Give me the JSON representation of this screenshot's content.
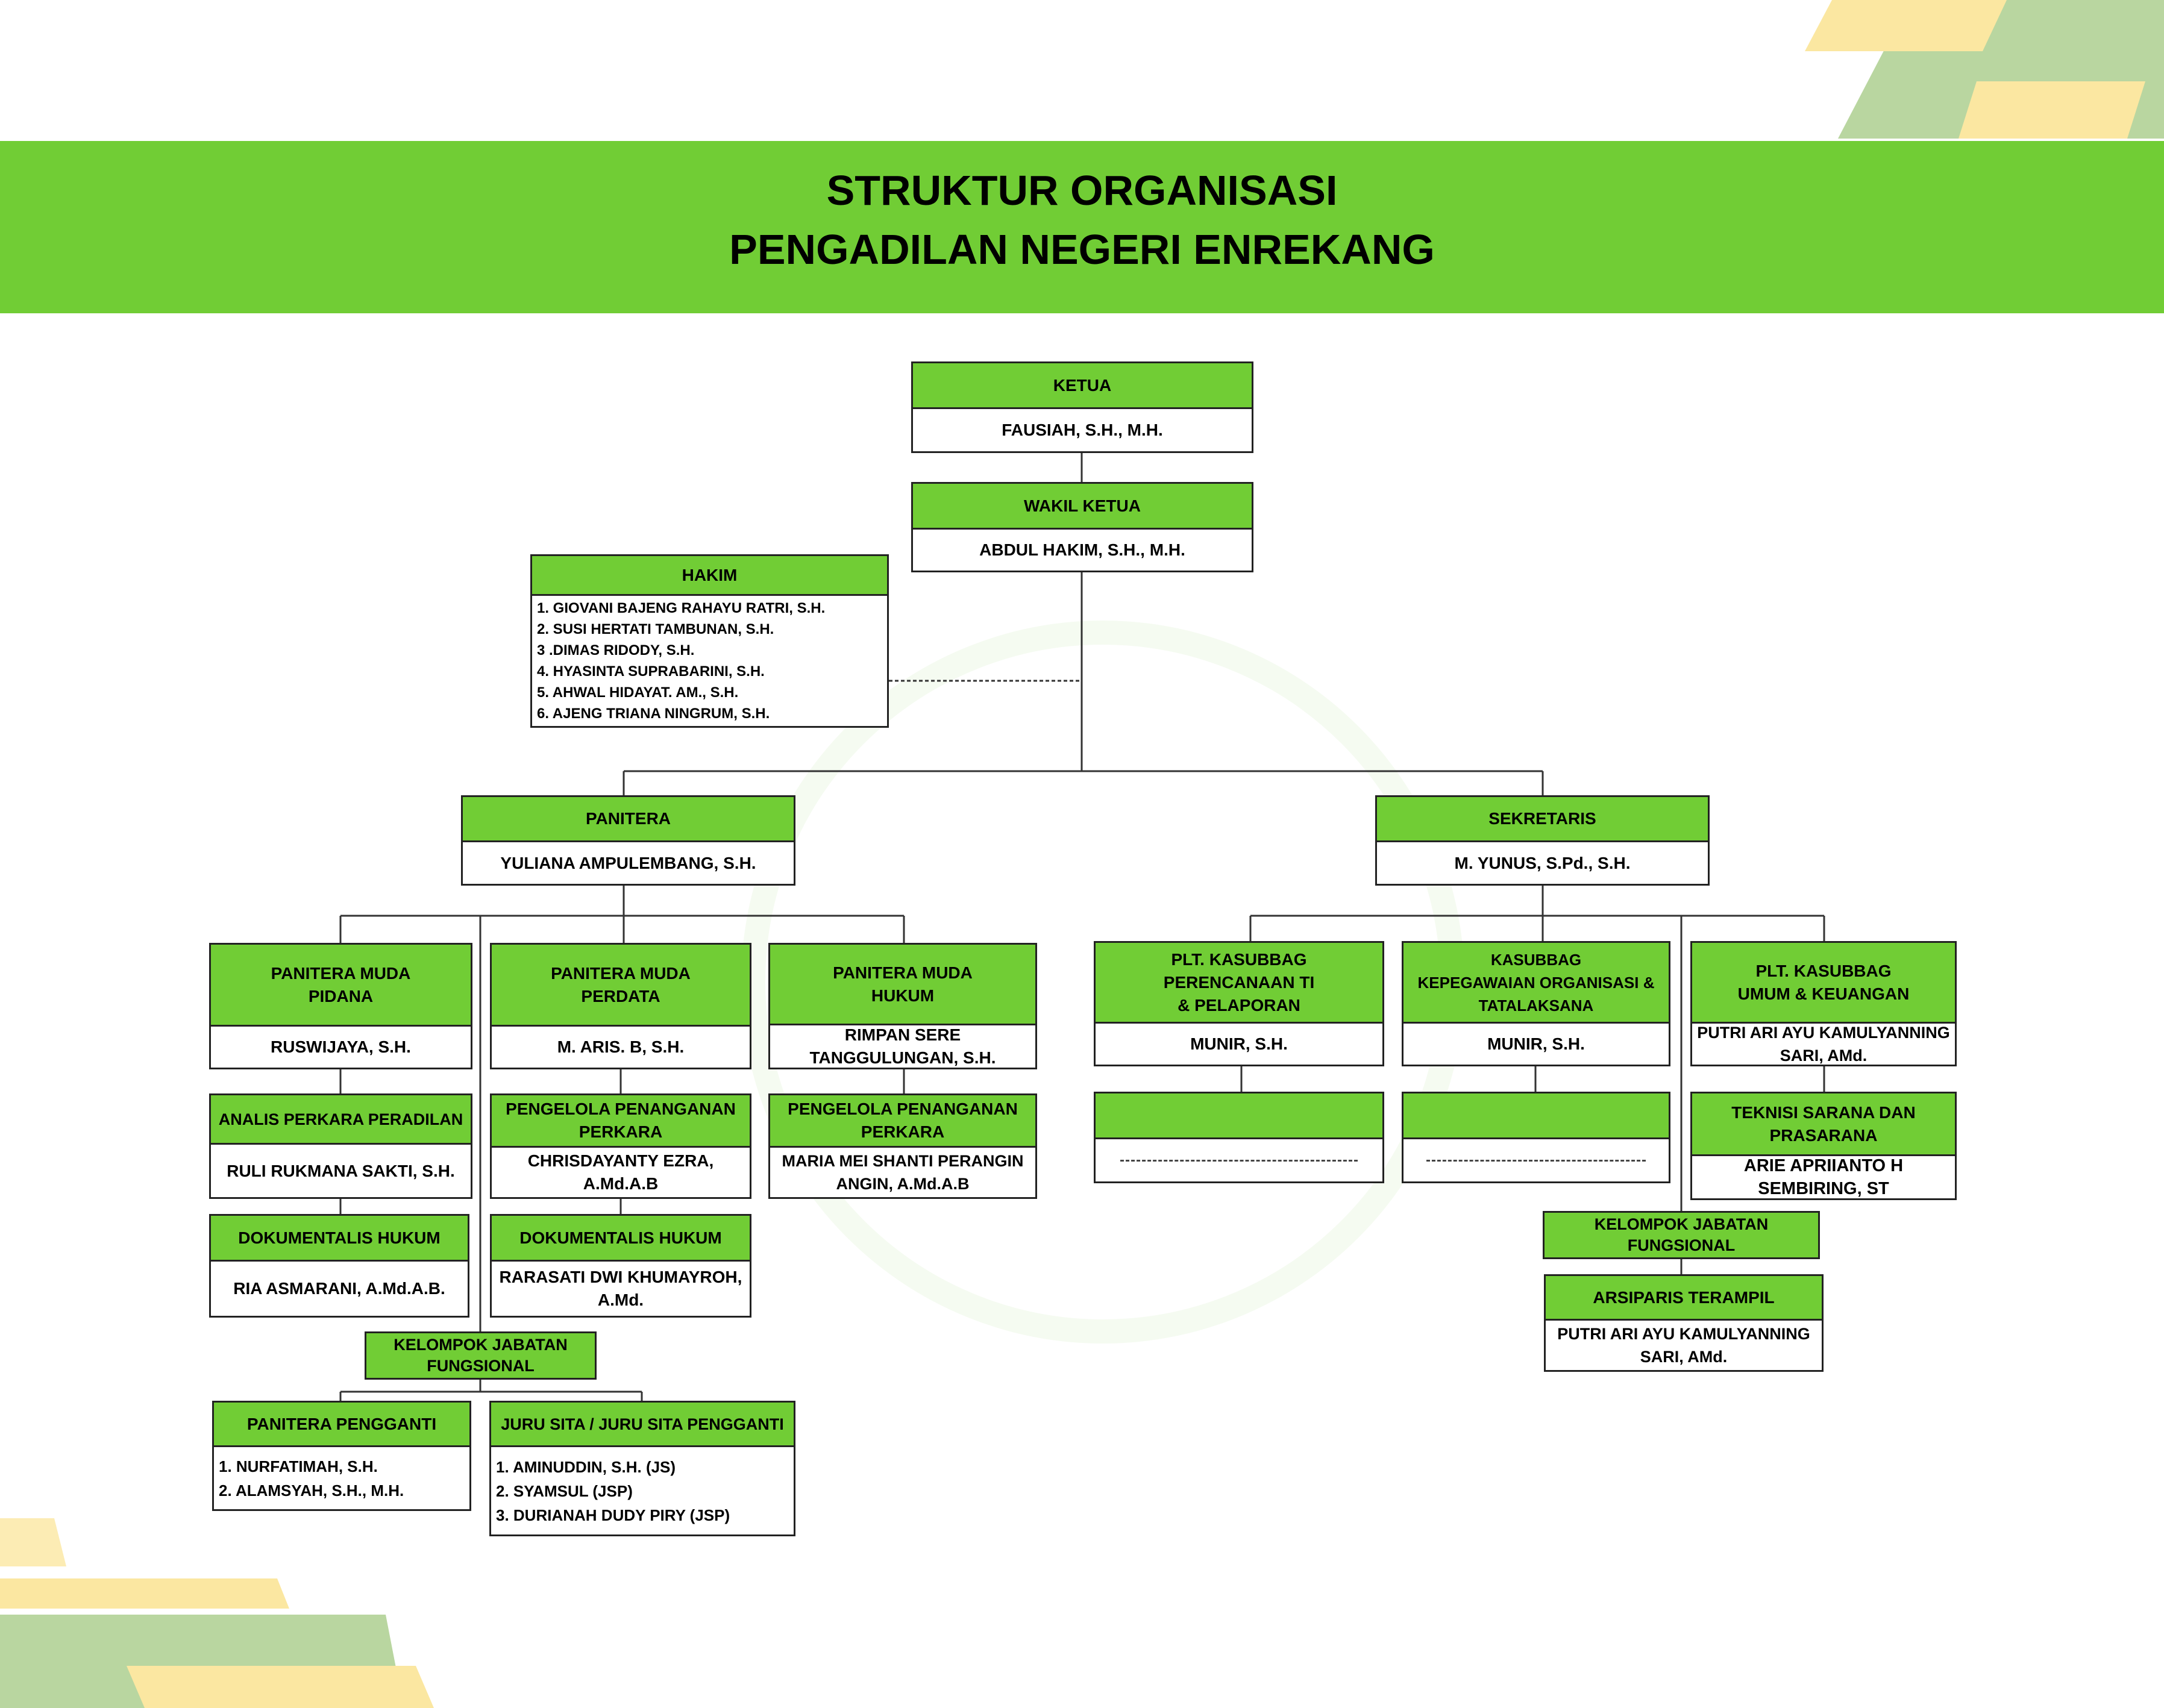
{
  "header": {
    "title_line1": "STRUKTUR ORGANISASI",
    "title_line2": "PENGADILAN NEGERI ENREKANG"
  },
  "colors": {
    "accent": "#71cd35",
    "deco_green": "#b9d6a0",
    "deco_yellow": "#fbe7a1"
  },
  "ketua": {
    "title": "KETUA",
    "name": "FAUSIAH, S.H., M.H."
  },
  "wakil_ketua": {
    "title": "WAKIL KETUA",
    "name": "ABDUL HAKIM, S.H., M.H."
  },
  "hakim": {
    "title": "HAKIM",
    "members": [
      "1. GIOVANI BAJENG RAHAYU RATRI, S.H.",
      "2. SUSI HERTATI TAMBUNAN, S.H.",
      "3 .DIMAS RIDODY, S.H.",
      "4. HYASINTA SUPRABARINI, S.H.",
      "5. AHWAL HIDAYAT. AM., S.H.",
      "6. AJENG TRIANA NINGRUM, S.H."
    ]
  },
  "panitera": {
    "title": "PANITERA",
    "name": "YULIANA AMPULEMBANG, S.H."
  },
  "sekretaris": {
    "title": "SEKRETARIS",
    "name": "M. YUNUS, S.Pd., S.H."
  },
  "pm_pidana": {
    "title": "PANITERA MUDA\nPIDANA",
    "name": "RUSWIJAYA, S.H."
  },
  "pm_perdata": {
    "title": "PANITERA MUDA\nPERDATA",
    "name": "M. ARIS. B, S.H."
  },
  "pm_hukum": {
    "title": "PANITERA MUDA\nHUKUM",
    "name": "RIMPAN SERE\nTANGGULUNGAN, S.H."
  },
  "kasubbag_ptip": {
    "title": "PLT. KASUBBAG\nPERENCANAAN TI\n& PELAPORAN",
    "name": "MUNIR, S.H."
  },
  "kasubbag_kot": {
    "title": "KASUBBAG\nKEPEGAWAIAN ORGANISASI &\nTATALAKSANA",
    "name": "MUNIR, S.H."
  },
  "kasubbag_uk": {
    "title": "PLT. KASUBBAG\nUMUM & KEUANGAN",
    "name": "PUTRI ARI AYU KAMULYANNING\nSARI, AMd."
  },
  "analis_perkara": {
    "title": "ANALIS PERKARA PERADILAN",
    "name": "RULI RUKMANA SAKTI, S.H."
  },
  "dok_hukum_1": {
    "title": "DOKUMENTALIS HUKUM",
    "name": "RIA ASMARANI, A.Md.A.B."
  },
  "pengelola_perdata": {
    "title": "PENGELOLA PENANGANAN\nPERKARA",
    "name": "CHRISDAYANTY EZRA,\nA.Md.A.B"
  },
  "dok_hukum_2": {
    "title": "DOKUMENTALIS HUKUM",
    "name": "RARASATI DWI KHUMAYROH,\nA.Md."
  },
  "pengelola_hukum": {
    "title": "PENGELOLA PENANGANAN\nPERKARA",
    "name": "MARIA MEI SHANTI PERANGIN\nANGIN, A.Md.A.B"
  },
  "teknisi": {
    "title": "TEKNISI SARANA DAN\nPRASARANA",
    "name": "ARIE  APRIIANTO H\nSEMBIRING, ST"
  },
  "kjf_panitera": {
    "title": "KELOMPOK JABATAN\nFUNGSIONAL"
  },
  "kjf_sekretaris": {
    "title": "KELOMPOK JABATAN\nFUNGSIONAL"
  },
  "panitera_pengganti": {
    "title": "PANITERA PENGGANTI",
    "members": [
      "1. NURFATIMAH, S.H.",
      "2. ALAMSYAH, S.H., M.H."
    ]
  },
  "juru_sita": {
    "title": "JURU SITA / JURU SITA PENGGANTI",
    "members": [
      "1. AMINUDDIN, S.H. (JS)",
      "2. SYAMSUL (JSP)",
      "3. DURIANAH DUDY PIRY (JSP)"
    ]
  },
  "arsiparis": {
    "title": "ARSIPARIS TERAMPIL",
    "name": "PUTRI ARI AYU KAMULYANNING\nSARI, AMd."
  }
}
